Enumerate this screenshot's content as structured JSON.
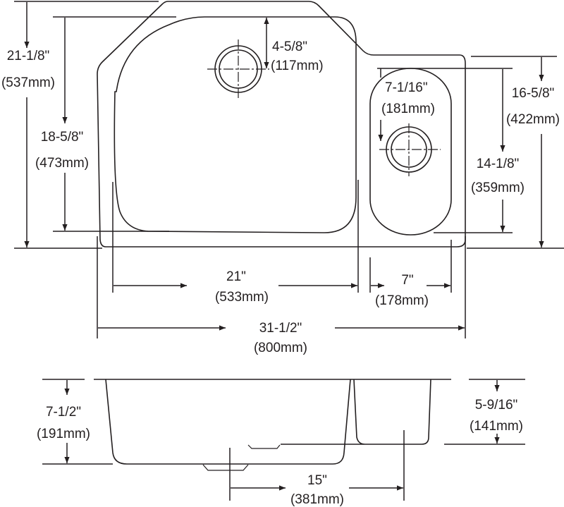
{
  "top_view": {
    "overall_depth": {
      "imperial": "21-1/8\"",
      "metric": "(537mm)"
    },
    "large_bowl_depth": {
      "imperial": "18-5/8\"",
      "metric": "(473mm)"
    },
    "drain_offset_large": {
      "imperial": "4-5/8\"",
      "metric": "(117mm)"
    },
    "drain_offset_small": {
      "imperial": "7-1/16\"",
      "metric": "(181mm)"
    },
    "right_overall_depth": {
      "imperial": "16-5/8\"",
      "metric": "(422mm)"
    },
    "small_bowl_depth": {
      "imperial": "14-1/8\"",
      "metric": "(359mm)"
    },
    "large_bowl_width": {
      "imperial": "21\"",
      "metric": "(533mm)"
    },
    "small_bowl_width": {
      "imperial": "7\"",
      "metric": "(178mm)"
    },
    "overall_width": {
      "imperial": "31-1/2\"",
      "metric": "(800mm)"
    }
  },
  "side_view": {
    "large_bowl_height": {
      "imperial": "7-1/2\"",
      "metric": "(191mm)"
    },
    "small_bowl_height": {
      "imperial": "5-9/16\"",
      "metric": "(141mm)"
    },
    "drain_spacing": {
      "imperial": "15\"",
      "metric": "(381mm)"
    }
  }
}
